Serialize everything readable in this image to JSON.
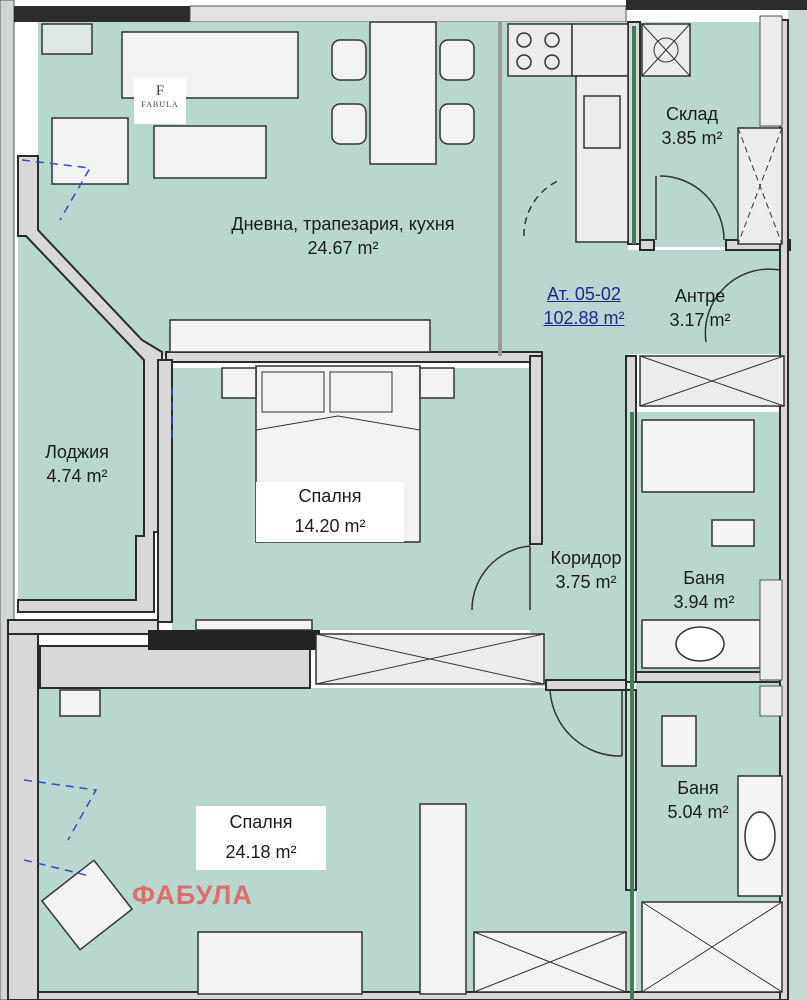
{
  "brand": {
    "logo_text": "FABULA",
    "watermark": "ФАБУЛА"
  },
  "apartment": {
    "id": "Ат. 05-02",
    "area": "102.88 m²"
  },
  "rooms": {
    "living": {
      "name": "Дневна, трапезария, кухня",
      "area": "24.67 m²"
    },
    "storage": {
      "name": "Склад",
      "area": "3.85 m²"
    },
    "entrance": {
      "name": "Антре",
      "area": "3.17 m²"
    },
    "loggia": {
      "name": "Лоджия",
      "area": "4.74 m²"
    },
    "bedroom1": {
      "name": "Спалня",
      "area": "14.20 m²"
    },
    "corridor": {
      "name": "Коридор",
      "area": "3.75 m²"
    },
    "bath1": {
      "name": "Баня",
      "area": "3.94 m²"
    },
    "bath2": {
      "name": "Баня",
      "area": "5.04 m²"
    },
    "bedroom2": {
      "name": "Спалня",
      "area": "24.18 m²"
    }
  },
  "colors": {
    "floor": "#b8d7cf",
    "wall": "#2b2b2b",
    "wall_fill": "#d8d8d8",
    "accent_wall": "#3c7f58",
    "label_apartment": "#1a2a8c"
  }
}
